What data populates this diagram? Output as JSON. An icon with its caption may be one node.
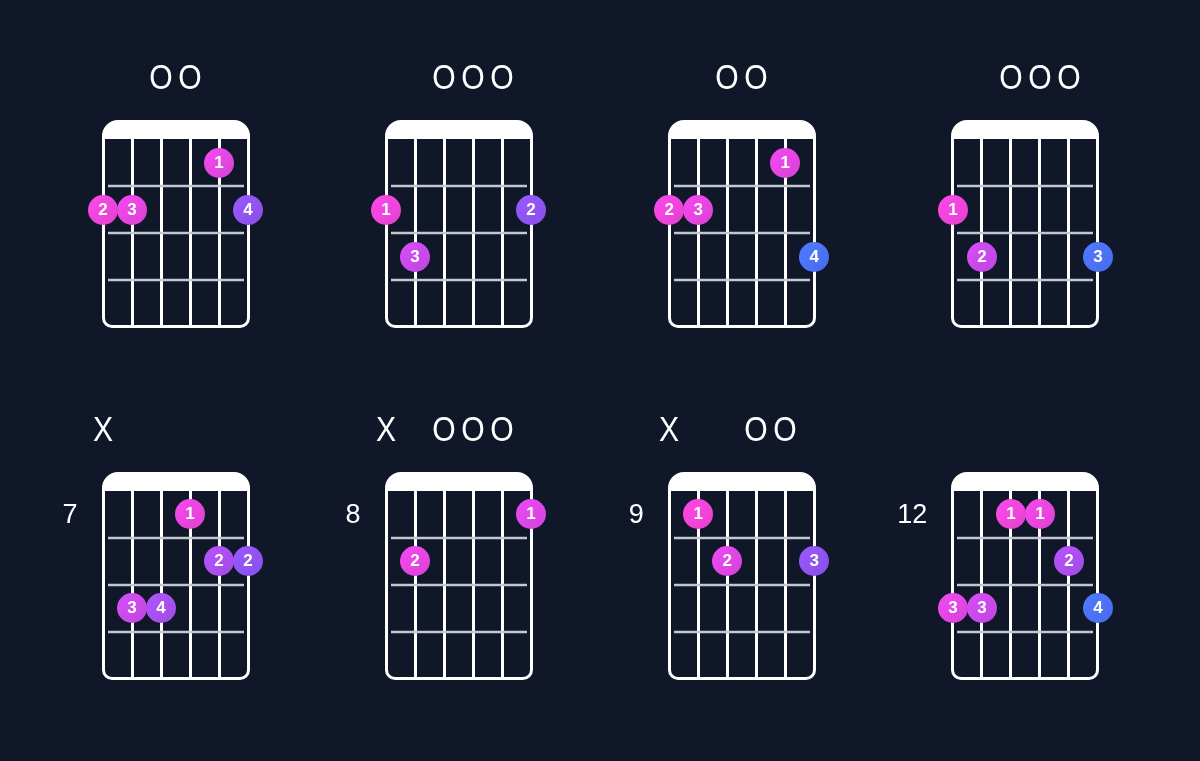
{
  "diagram": {
    "nodes": [
      {
        "text": [],
        "shape": "box",
        "beside": [
          "O",
          "O"
        ]
      },
      {
        "text": [
          "1"
        ],
        "in": 0
      },
      {
        "text": [
          "2"
        ]
      },
      {
        "text": [
          "3"
        ],
        "in": 0
      },
      {
        "text": [
          "4"
        ]
      },
      {
        "text": [],
        "shape": "box",
        "beside": [
          "O",
          "O",
          "O"
        ]
      },
      {
        "text": [
          "1"
        ]
      },
      {
        "text": [
          "2"
        ]
      },
      {
        "text": [
          "3"
        ],
        "in": 5
      },
      {
        "text": [],
        "shape": "box",
        "beside": [
          "O",
          "O"
        ]
      },
      {
        "text": [
          "1"
        ],
        "in": 9
      },
      {
        "text": [
          "2"
        ]
      },
      {
        "text": [
          "3"
        ],
        "in": 9
      },
      {
        "text": [
          "4"
        ]
      },
      {
        "text": [],
        "shape": "box",
        "beside": [
          "O",
          "O",
          "O"
        ]
      },
      {
        "text": [
          "1"
        ]
      },
      {
        "text": [
          "2"
        ],
        "in": 14
      },
      {
        "text": [
          "3"
        ]
      },
      {
        "text": [],
        "shape": "box",
        "beside": [
          "X",
          "7"
        ]
      },
      {
        "text": [
          "1"
        ],
        "in": 18
      },
      {
        "text": [
          "2"
        ],
        "in": 18
      },
      {
        "text": [
          "2"
        ]
      },
      {
        "text": [
          "3"
        ],
        "in": 18
      },
      {
        "text": [
          "4"
        ],
        "in": 18
      },
      {
        "text": [],
        "shape": "box",
        "beside": [
          "X",
          "O",
          "O",
          "O",
          "8"
        ]
      },
      {
        "text": [
          "1"
        ]
      },
      {
        "text": [
          "2"
        ],
        "in": 24
      },
      {
        "text": [],
        "shape": "box",
        "beside": [
          "X",
          "O",
          "O",
          "9"
        ]
      },
      {
        "text": [
          "1"
        ],
        "in": 27
      },
      {
        "text": [
          "2"
        ],
        "in": 27
      },
      {
        "text": [
          "3"
        ]
      },
      {
        "text": [],
        "shape": "box",
        "beside": [
          "12"
        ]
      },
      {
        "text": [
          "1"
        ],
        "in": 31
      },
      {
        "text": [
          "1"
        ],
        "in": 31
      },
      {
        "text": [
          "2"
        ],
        "in": 31
      },
      {
        "text": [
          "3"
        ]
      },
      {
        "text": [
          "3"
        ],
        "in": 31
      },
      {
        "text": [
          "4"
        ]
      }
    ]
  }
}
